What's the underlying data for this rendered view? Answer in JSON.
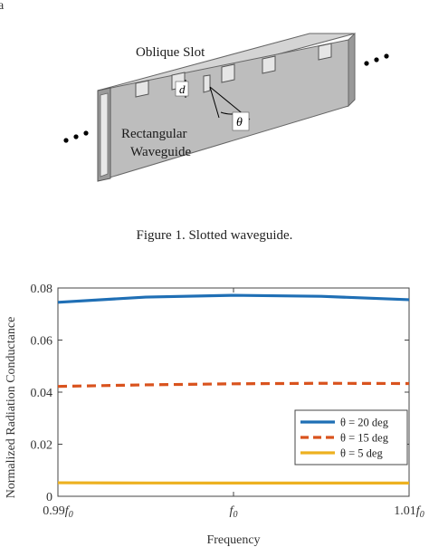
{
  "figure1": {
    "panel_letter": "a",
    "label_slot": "Oblique Slot",
    "label_waveguide_line1": "Rectangular",
    "label_waveguide_line2": "Waveguide",
    "symbol_d": "d",
    "symbol_theta": "θ",
    "caption": "Figure 1. Slotted waveguide."
  },
  "chart_data": {
    "type": "line",
    "title": "",
    "xlabel": "Frequency",
    "ylabel": "Normalized Radiation Conductance",
    "x_tick_labels": [
      "0.99f0",
      "f0",
      "1.01f0"
    ],
    "x": [
      0.99,
      0.995,
      1.0,
      1.005,
      1.01
    ],
    "xlim": [
      0.99,
      1.01
    ],
    "ylim": [
      0,
      0.08
    ],
    "y_ticks": [
      0,
      0.02,
      0.04,
      0.06,
      0.08
    ],
    "y_tick_labels": [
      "0",
      "0.02",
      "0.04",
      "0.06",
      "0.08"
    ],
    "grid": false,
    "legend_position": "right",
    "series": [
      {
        "name": "θ = 20 deg",
        "values": [
          0.0745,
          0.0765,
          0.0772,
          0.0768,
          0.0755
        ],
        "color": "#1f6fb5",
        "style": "solid"
      },
      {
        "name": "θ = 15 deg",
        "values": [
          0.0422,
          0.0428,
          0.0432,
          0.0434,
          0.0433
        ],
        "color": "#d9531e",
        "style": "dashed"
      },
      {
        "name": "θ = 5 deg",
        "values": [
          0.0052,
          0.0051,
          0.0051,
          0.0051,
          0.0051
        ],
        "color": "#edb120",
        "style": "solid"
      }
    ]
  }
}
